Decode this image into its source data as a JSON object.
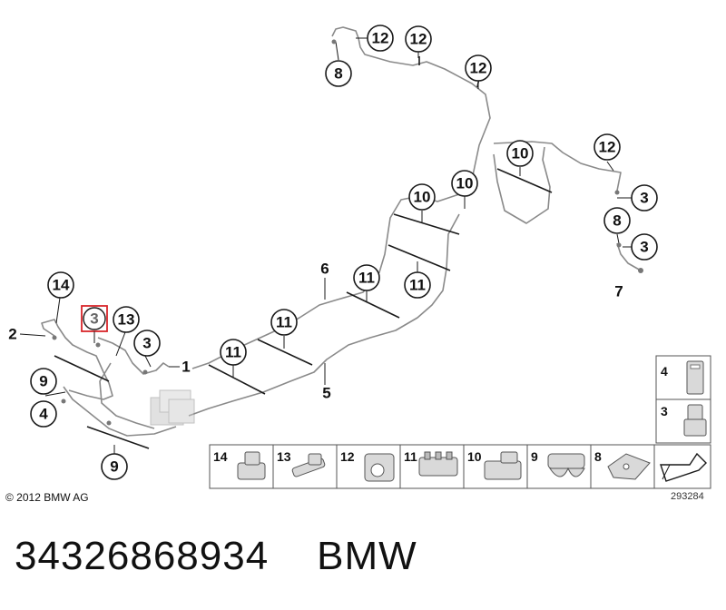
{
  "callouts": [
    {
      "label": "12"
    },
    {
      "label": "12"
    },
    {
      "label": "8"
    },
    {
      "label": "12"
    },
    {
      "label": "10"
    },
    {
      "label": "12"
    },
    {
      "label": "10"
    },
    {
      "label": "10"
    },
    {
      "label": "3"
    },
    {
      "label": "8"
    },
    {
      "label": "3"
    },
    {
      "label": "11"
    },
    {
      "label": "11"
    },
    {
      "label": "14"
    },
    {
      "label": "13"
    },
    {
      "label": "3"
    },
    {
      "label": "11"
    },
    {
      "label": "11"
    },
    {
      "label": "9"
    },
    {
      "label": "4"
    },
    {
      "label": "9"
    }
  ],
  "plain_labels": [
    {
      "label": "6"
    },
    {
      "label": "7"
    },
    {
      "label": "1"
    },
    {
      "label": "5"
    },
    {
      "label": "2"
    }
  ],
  "highlighted_callout": {
    "label": "3",
    "highlight_color": "#d9262b"
  },
  "legend_side": [
    {
      "label": "4"
    },
    {
      "label": "3"
    }
  ],
  "legend_bottom": [
    {
      "label": "14"
    },
    {
      "label": "13"
    },
    {
      "label": "12"
    },
    {
      "label": "11"
    },
    {
      "label": "10"
    },
    {
      "label": "9"
    },
    {
      "label": "8"
    }
  ],
  "copyright": "© 2012 BMW AG",
  "diagram_id": "293284",
  "part_number": "34326868934",
  "brand": "BMW",
  "colors": {
    "pipe": "#8a8a8a",
    "outline": "#1a1a1a",
    "highlight": "#d9262b"
  }
}
